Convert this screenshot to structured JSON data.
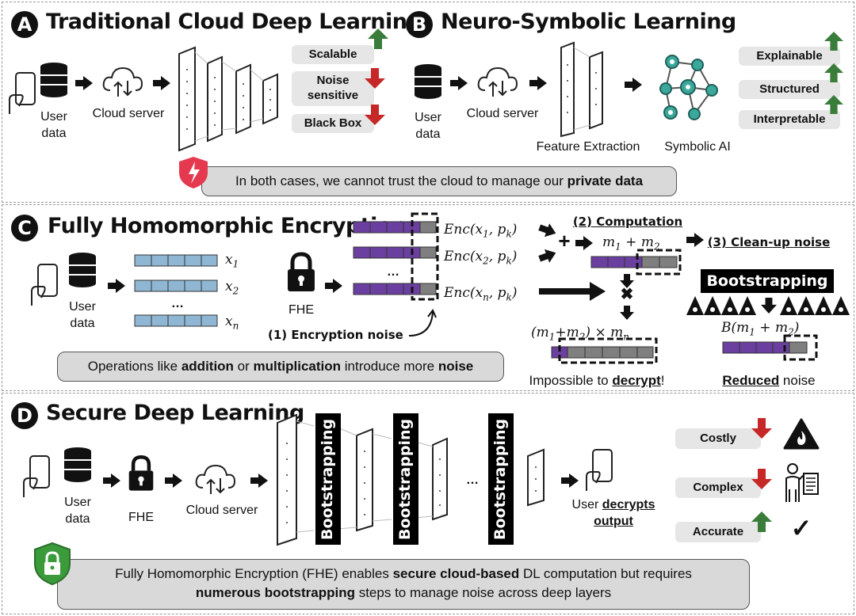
{
  "panelA": {
    "badge": "A",
    "title": "Traditional Cloud Deep Learning",
    "user_data": "User data",
    "cloud_server": "Cloud server",
    "pills": [
      "Scalable",
      "Noise sensitive",
      "Black Box"
    ],
    "arrows": [
      "up",
      "down",
      "down"
    ]
  },
  "panelB": {
    "badge": "B",
    "title": "Neuro-Symbolic Learning",
    "user_data": "User data",
    "cloud_server": "Cloud server",
    "feature_extraction": "Feature Extraction",
    "symbolic_ai": "Symbolic AI",
    "pills": [
      "Explainable",
      "Structured",
      "Interpretable"
    ],
    "arrows": [
      "up",
      "up",
      "up"
    ]
  },
  "banner1": {
    "pre": "In both cases, we cannot trust the cloud to manage our ",
    "bold": "private data"
  },
  "panelC": {
    "badge": "C",
    "title": "Fully Homomorphic Encryption",
    "user_data": "User data",
    "fhe": "FHE",
    "x_labels": [
      "x1",
      "x2",
      "xn"
    ],
    "enc_labels": [
      "Enc(x1, pk)",
      "Enc(x2, pk)",
      "Enc(xn, pk)"
    ],
    "ellipsis": "…",
    "encryption_noise": "(1) Encryption noise",
    "computation": "(2) Computation",
    "sum": "m1 + m2",
    "cleanup": "(3) Clean-up noise",
    "bootstrapping": "Bootstrapping",
    "product": "(m1+m2) × mn",
    "bootstrapped": "B(m1 + m2)",
    "impossible_pre": "Impossible to ",
    "impossible_bold": "decrypt",
    "impossible_post": "!",
    "reduced_bold": "Reduced",
    "reduced_post": " noise",
    "plus": "+",
    "times": "✖"
  },
  "banner2": {
    "p1": "Operations like ",
    "b1": "addition",
    "p2": " or ",
    "b2": "multiplication",
    "p3": " introduce more ",
    "b3": "noise"
  },
  "panelD": {
    "badge": "D",
    "title": "Secure Deep Learning",
    "user_data": "User data",
    "fhe": "FHE",
    "cloud_server": "Cloud server",
    "bootstrapping": [
      "Bootstrapping",
      "Bootstrapping",
      "Bootstrapping"
    ],
    "ellipsis": "…",
    "decrypt_pre": "User ",
    "decrypt_bold": "decrypts",
    "decrypt_line2": "output",
    "pills": [
      "Costly",
      "Complex",
      "Accurate"
    ],
    "arrows": [
      "down",
      "down",
      "up"
    ],
    "check": "✓"
  },
  "banner3": {
    "p1": "Fully Homomorphic Encryption (FHE) enables ",
    "b1": "secure cloud-based",
    "p2": " DL computation but requires ",
    "b2": "numerous bootstrapping",
    "p3": " steps to manage noise across deep layers"
  },
  "colors": {
    "purple": "#6b3fa0",
    "gray_cell": "#7f7f7f",
    "blue_cell": "#8fb7d3",
    "green": "#3a7d3a",
    "red": "#c62828",
    "shield_red": "#e53950",
    "shield_green": "#3b9b3b"
  }
}
